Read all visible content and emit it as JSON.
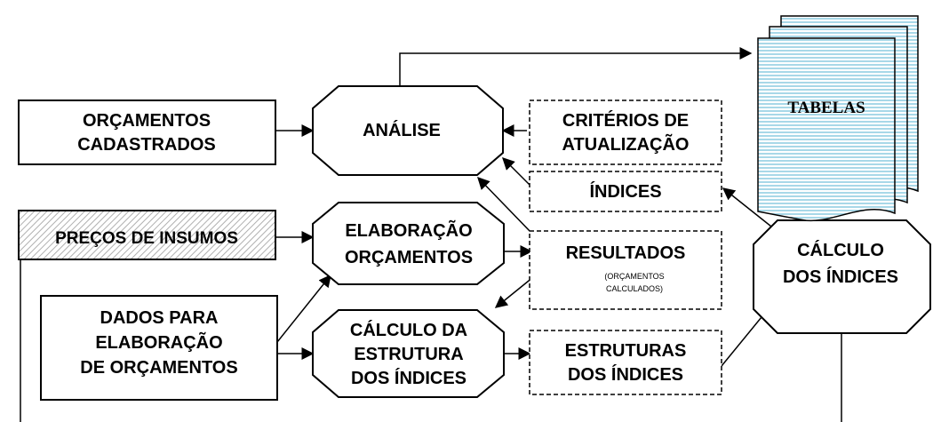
{
  "colors": {
    "stroke": "#000000",
    "fill": "#ffffff",
    "tabelas_stripe": "#a8d8e8",
    "hatch": "#b0b0b0"
  },
  "nodes": {
    "orcamentos_cadastrados": {
      "line1": "ORÇAMENTOS",
      "line2": "CADASTRADOS"
    },
    "precos_insumos": {
      "label": "PREÇOS DE INSUMOS"
    },
    "dados_elaboracao": {
      "line1": "DADOS PARA",
      "line2": "ELABORAÇÃO",
      "line3": "DE ORÇAMENTOS"
    },
    "analise": {
      "label": "ANÁLISE"
    },
    "elaboracao_orcamentos": {
      "line1": "ELABORAÇÃO",
      "line2": "ORÇAMENTOS"
    },
    "calculo_estrutura": {
      "line1": "CÁLCULO DA",
      "line2": "ESTRUTURA",
      "line3": "DOS ÍNDICES"
    },
    "criterios": {
      "line1": "CRITÉRIOS DE",
      "line2": "ATUALIZAÇÃO"
    },
    "indices": {
      "label": "ÍNDICES"
    },
    "resultados": {
      "label": "RESULTADOS",
      "sub1": "(ORÇAMENTOS",
      "sub2": "CALCULADOS)"
    },
    "estruturas": {
      "line1": "ESTRUTURAS",
      "line2": "DOS ÍNDICES"
    },
    "calculo_indices": {
      "line1": "CÁLCULO",
      "line2": "DOS ÍNDICES"
    },
    "tabelas": {
      "label": "TABELAS"
    }
  }
}
